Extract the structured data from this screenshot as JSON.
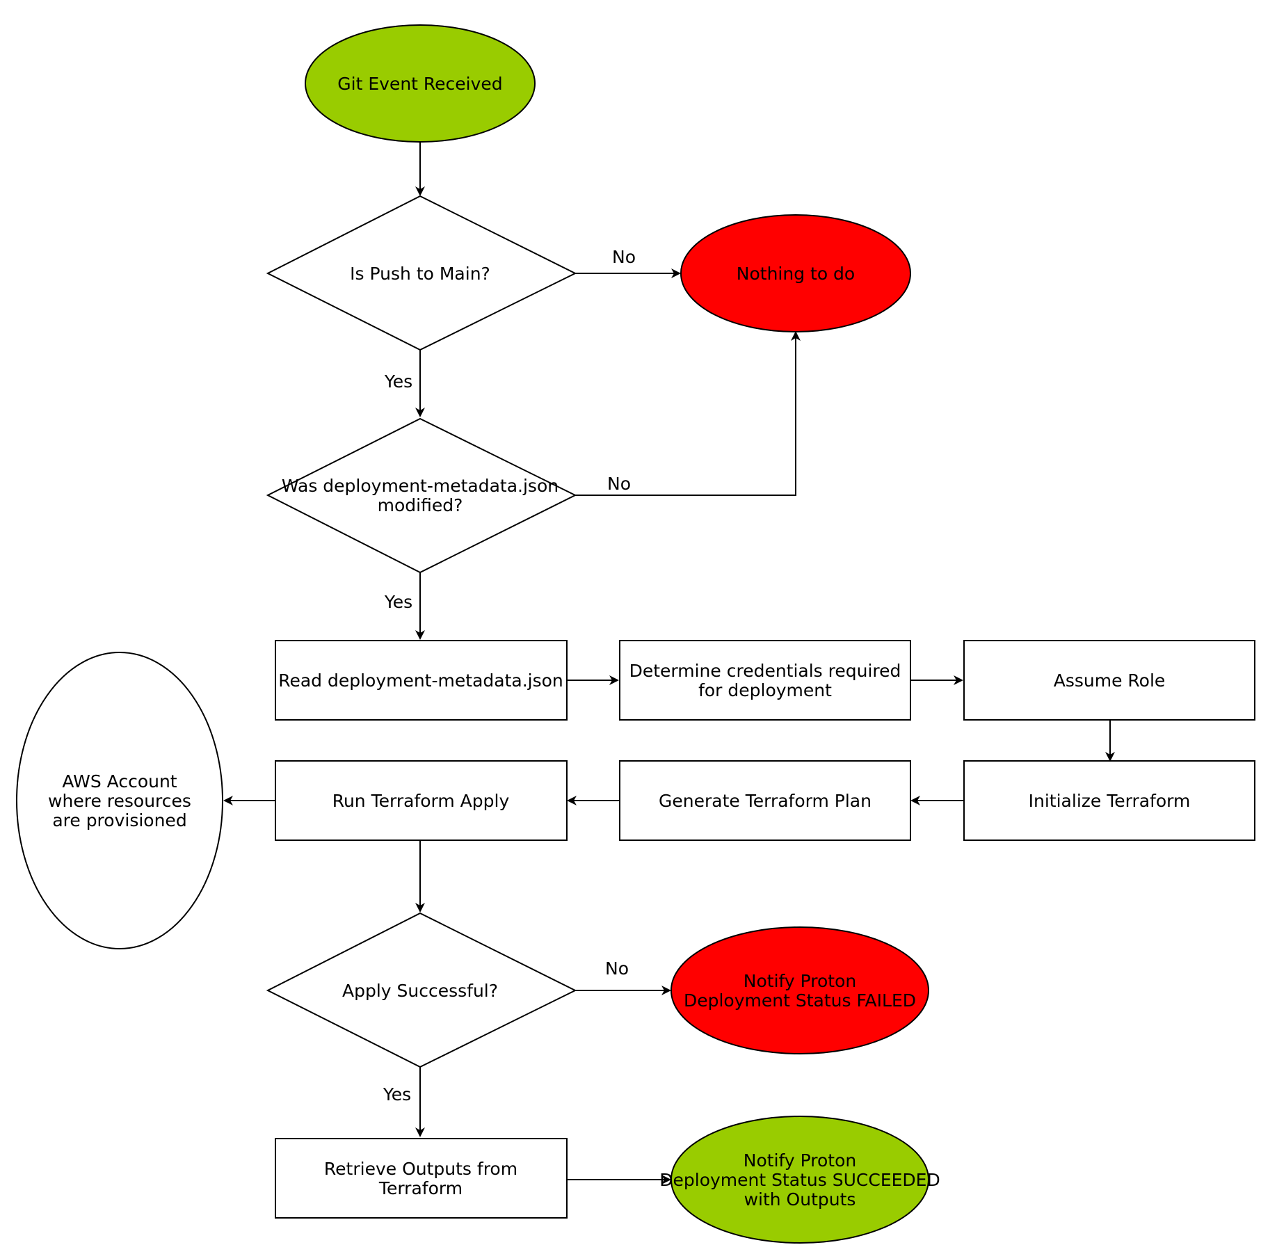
{
  "colors": {
    "green": "#99cc00",
    "red": "#ff0000",
    "white": "#ffffff",
    "stroke": "#000000"
  },
  "nodes": {
    "start": {
      "lines": [
        "Git Event Received"
      ]
    },
    "is_push_main": {
      "lines": [
        "Is Push to Main?"
      ]
    },
    "nothing_to_do": {
      "lines": [
        "Nothing to do"
      ]
    },
    "metadata_modified": {
      "lines": [
        "Was deployment-metadata.json",
        "modified?"
      ]
    },
    "read_metadata": {
      "lines": [
        "Read deployment-metadata.json"
      ]
    },
    "determine_credentials": {
      "lines": [
        "Determine credentials required",
        "for deployment"
      ]
    },
    "assume_role": {
      "lines": [
        "Assume Role"
      ]
    },
    "init_terraform": {
      "lines": [
        "Initialize Terraform"
      ]
    },
    "plan_terraform": {
      "lines": [
        "Generate Terraform Plan"
      ]
    },
    "apply_terraform": {
      "lines": [
        "Run Terraform Apply"
      ]
    },
    "aws_account": {
      "lines": [
        "AWS Account",
        "where resources",
        "are provisioned"
      ]
    },
    "apply_successful": {
      "lines": [
        "Apply Successful?"
      ]
    },
    "notify_failed": {
      "lines": [
        "Notify Proton",
        "Deployment Status FAILED"
      ]
    },
    "retrieve_outputs": {
      "lines": [
        "Retrieve Outputs from",
        "Terraform"
      ]
    },
    "notify_succeeded": {
      "lines": [
        "Notify Proton",
        "Deployment Status SUCCEEDED",
        "with Outputs"
      ]
    }
  },
  "edge_labels": {
    "push_no": "No",
    "push_yes": "Yes",
    "metadata_no": "No",
    "metadata_yes": "Yes",
    "apply_no": "No",
    "apply_yes": "Yes"
  }
}
